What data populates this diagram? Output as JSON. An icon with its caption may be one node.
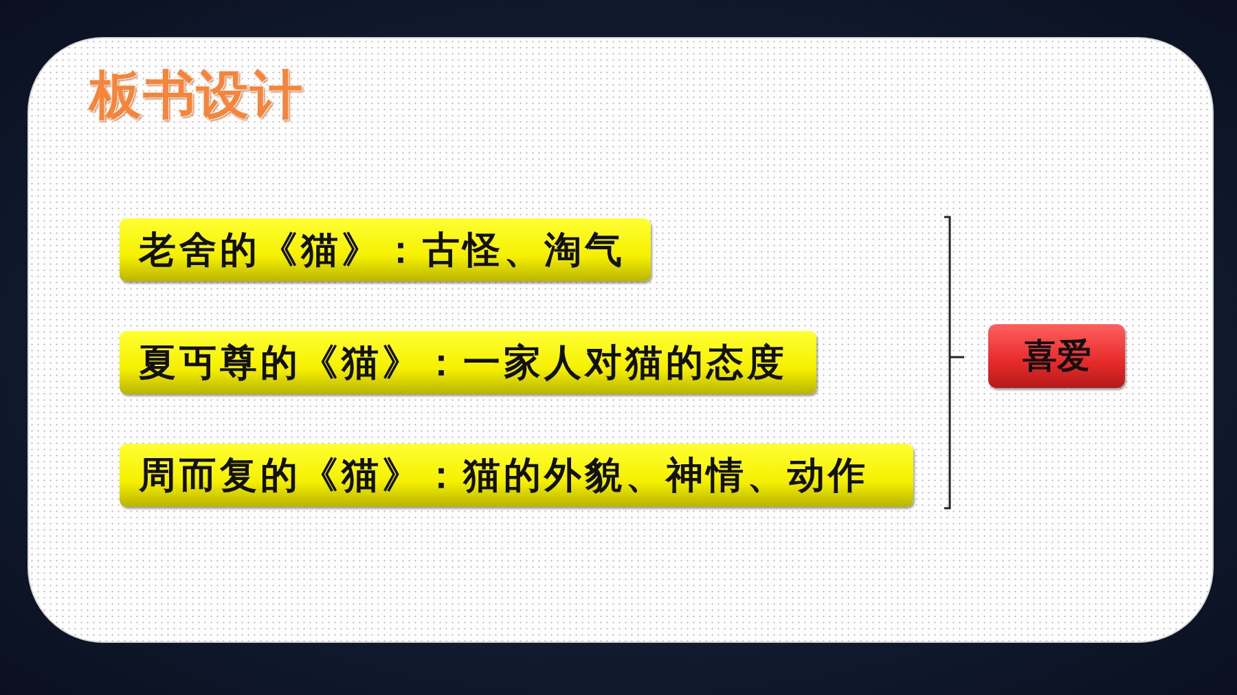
{
  "diagram": {
    "title": "板书设计",
    "nodes": [
      {
        "text": [
          "老舍的《猫》：古怪、淘气"
        ]
      },
      {
        "text": [
          "夏丏尊的《猫》：一家人对猫的态度"
        ]
      },
      {
        "text": [
          "周而复的《猫》：猫的外貌、神情、动作"
        ]
      },
      {
        "text": [
          "喜爱"
        ]
      }
    ]
  }
}
